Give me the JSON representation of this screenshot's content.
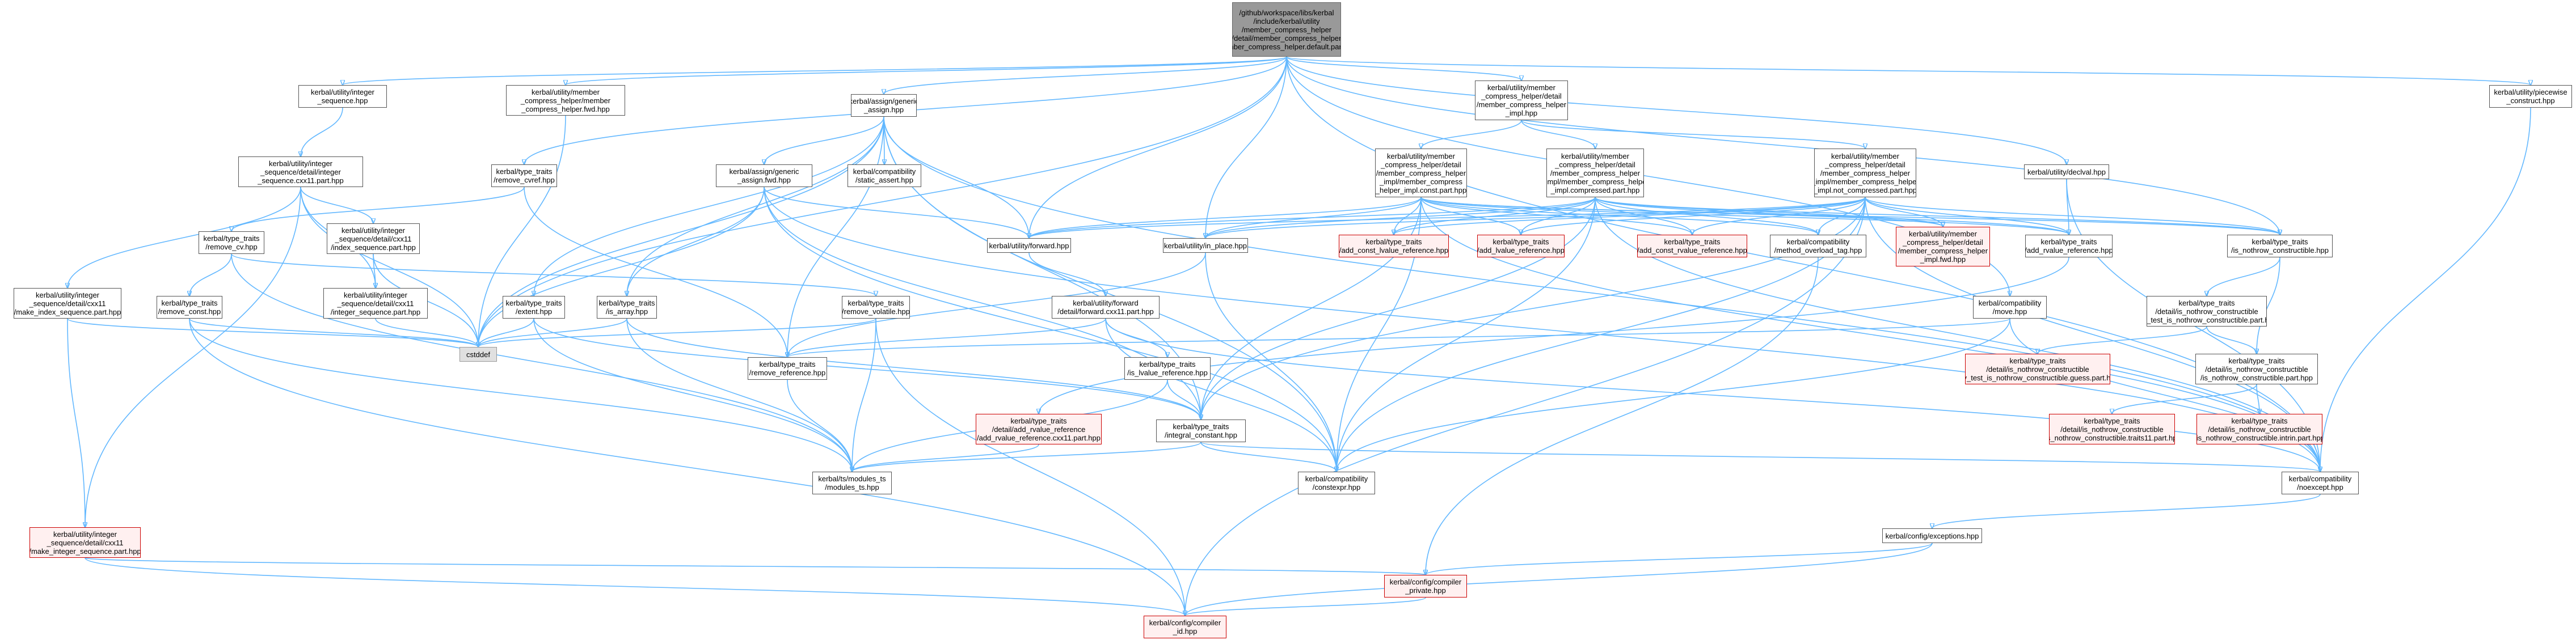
{
  "diagram": {
    "title": "",
    "nodes": [
      {
        "id": "root",
        "label": "/github/workspace/libs/kerbal\n/include/kerbal/utility\n/member_compress_helper\n/detail/member_compress_helper\n/member_compress_helper.default.part.hpp",
        "style": "root"
      },
      {
        "id": "n_int_seq",
        "label": "kerbal/utility/integer\n_sequence.hpp",
        "style": "normal"
      },
      {
        "id": "n_mch_fwd",
        "label": "kerbal/utility/member\n_compress_helper/member\n_compress_helper.fwd.hpp",
        "style": "normal"
      },
      {
        "id": "n_assign",
        "label": "kerbal/assign/generic\n_assign.hpp",
        "style": "normal"
      },
      {
        "id": "n_mch_impl",
        "label": "kerbal/utility/member\n_compress_helper/detail\n/member_compress_helper\n_impl.hpp",
        "style": "normal"
      },
      {
        "id": "n_piecewise",
        "label": "kerbal/utility/piecewise\n_construct.hpp",
        "style": "normal"
      },
      {
        "id": "n_int_seq_detail",
        "label": "kerbal/utility/integer\n_sequence/detail/integer\n_sequence.cxx11.part.hpp",
        "style": "normal"
      },
      {
        "id": "n_remove_cvref",
        "label": "kerbal/type_traits\n/remove_cvref.hpp",
        "style": "normal"
      },
      {
        "id": "n_assign_fwd",
        "label": "kerbal/assign/generic\n_assign.fwd.hpp",
        "style": "normal"
      },
      {
        "id": "n_static_assert",
        "label": "kerbal/compatibility\n/static_assert.hpp",
        "style": "normal"
      },
      {
        "id": "n_mch_const",
        "label": "kerbal/utility/member\n_compress_helper/detail\n/member_compress_helper\n_impl/member_compress\n_helper_impl.const.part.hpp",
        "style": "normal"
      },
      {
        "id": "n_mch_compressed",
        "label": "kerbal/utility/member\n_compress_helper/detail\n/member_compress_helper\n_impl/member_compress_helper\n_impl.compressed.part.hpp",
        "style": "normal"
      },
      {
        "id": "n_mch_notcomp",
        "label": "kerbal/utility/member\n_compress_helper/detail\n/member_compress_helper\n_impl/member_compress_helper\n_impl.not_compressed.part.hpp",
        "style": "normal"
      },
      {
        "id": "n_declval",
        "label": "kerbal/utility/declval.hpp",
        "style": "normal"
      },
      {
        "id": "n_index_seq",
        "label": "kerbal/utility/integer\n_sequence/detail/cxx11\n/index_sequence.part.hpp",
        "style": "normal"
      },
      {
        "id": "n_remove_cv",
        "label": "kerbal/type_traits\n/remove_cv.hpp",
        "style": "normal"
      },
      {
        "id": "n_forward",
        "label": "kerbal/utility/forward.hpp",
        "style": "normal"
      },
      {
        "id": "n_in_place",
        "label": "kerbal/utility/in_place.hpp",
        "style": "normal"
      },
      {
        "id": "n_add_const_lref",
        "label": "kerbal/type_traits\n/add_const_lvalue_reference.hpp",
        "style": "missing"
      },
      {
        "id": "n_add_lref",
        "label": "kerbal/type_traits\n/add_lvalue_reference.hpp",
        "style": "missing"
      },
      {
        "id": "n_add_const_rref",
        "label": "kerbal/type_traits\n/add_const_rvalue_reference.hpp",
        "style": "missing"
      },
      {
        "id": "n_overload_tag",
        "label": "kerbal/compatibility\n/method_overload_tag.hpp",
        "style": "normal"
      },
      {
        "id": "n_mch_fwd_impl",
        "label": "kerbal/utility/member\n_compress_helper/detail\n/member_compress_helper\n_impl.fwd.hpp",
        "style": "missing"
      },
      {
        "id": "n_add_rref",
        "label": "kerbal/type_traits\n/add_rvalue_reference.hpp",
        "style": "normal"
      },
      {
        "id": "n_is_nothrow",
        "label": "kerbal/type_traits\n/is_nothrow_constructible.hpp",
        "style": "normal"
      },
      {
        "id": "n_make_index_seq",
        "label": "kerbal/utility/integer\n_sequence/detail/cxx11\n/make_index_sequence.part.hpp",
        "style": "normal"
      },
      {
        "id": "n_remove_const",
        "label": "kerbal/type_traits\n/remove_const.hpp",
        "style": "normal"
      },
      {
        "id": "n_int_seq_part",
        "label": "kerbal/utility/integer\n_sequence/detail/cxx11\n/integer_sequence.part.hpp",
        "style": "normal"
      },
      {
        "id": "n_extent",
        "label": "kerbal/type_traits\n/extent.hpp",
        "style": "normal"
      },
      {
        "id": "n_is_array",
        "label": "kerbal/type_traits\n/is_array.hpp",
        "style": "normal"
      },
      {
        "id": "n_remove_volatile",
        "label": "kerbal/type_traits\n/remove_volatile.hpp",
        "style": "normal"
      },
      {
        "id": "n_fwd_detail",
        "label": "kerbal/utility/forward\n/detail/forward.cxx11.part.hpp",
        "style": "normal"
      },
      {
        "id": "n_move",
        "label": "kerbal/compatibility\n/move.hpp",
        "style": "normal"
      },
      {
        "id": "n_try_test",
        "label": "kerbal/type_traits\n/detail/is_nothrow_constructible\n/try_test_is_nothrow_constructible.part.hpp",
        "style": "normal"
      },
      {
        "id": "n_cstddef",
        "label": "cstddef",
        "style": "ext"
      },
      {
        "id": "n_remove_ref",
        "label": "kerbal/type_traits\n/remove_reference.hpp",
        "style": "normal"
      },
      {
        "id": "n_is_lref",
        "label": "kerbal/type_traits\n/is_lvalue_reference.hpp",
        "style": "normal"
      },
      {
        "id": "n_try_guess",
        "label": "kerbal/type_traits\n/detail/is_nothrow_constructible\n/try_test_is_nothrow_constructible.guess.part.hpp",
        "style": "missing"
      },
      {
        "id": "n_isnc_part",
        "label": "kerbal/type_traits\n/detail/is_nothrow_constructible\n/is_nothrow_constructible.part.hpp",
        "style": "normal"
      },
      {
        "id": "n_add_rref_cxx11",
        "label": "kerbal/type_traits\n/detail/add_rvalue_reference\n/add_rvalue_reference.cxx11.part.hpp",
        "style": "missing"
      },
      {
        "id": "n_integral_const",
        "label": "kerbal/type_traits\n/integral_constant.hpp",
        "style": "normal"
      },
      {
        "id": "n_traits11",
        "label": "kerbal/type_traits\n/detail/is_nothrow_constructible\n/is_nothrow_constructible.traits11.part.hpp",
        "style": "missing"
      },
      {
        "id": "n_intrin",
        "label": "kerbal/type_traits\n/detail/is_nothrow_constructible\n/is_nothrow_constructible.intrin.part.hpp",
        "style": "missing"
      },
      {
        "id": "n_modules",
        "label": "kerbal/ts/modules_ts\n/modules_ts.hpp",
        "style": "normal"
      },
      {
        "id": "n_constexpr",
        "label": "kerbal/compatibility\n/constexpr.hpp",
        "style": "normal"
      },
      {
        "id": "n_noexcept",
        "label": "kerbal/compatibility\n/noexcept.hpp",
        "style": "normal"
      },
      {
        "id": "n_exceptions",
        "label": "kerbal/config/exceptions.hpp",
        "style": "normal"
      },
      {
        "id": "n_make_int_seq",
        "label": "kerbal/utility/integer\n_sequence/detail/cxx11\n/make_integer_sequence.part.hpp",
        "style": "missing"
      },
      {
        "id": "n_compiler_private",
        "label": "kerbal/config/compiler\n_private.hpp",
        "style": "missing"
      },
      {
        "id": "n_compiler_id",
        "label": "kerbal/config/compiler\n_id.hpp",
        "style": "missing"
      }
    ],
    "edges": [
      [
        "root",
        "n_int_seq"
      ],
      [
        "root",
        "n_mch_fwd"
      ],
      [
        "root",
        "n_assign"
      ],
      [
        "root",
        "n_mch_impl"
      ],
      [
        "root",
        "n_piecewise"
      ],
      [
        "root",
        "n_remove_cvref"
      ],
      [
        "root",
        "n_forward"
      ],
      [
        "root",
        "n_in_place"
      ],
      [
        "root",
        "n_declval"
      ],
      [
        "root",
        "n_is_nothrow"
      ],
      [
        "root",
        "n_move"
      ],
      [
        "root",
        "n_noexcept"
      ],
      [
        "root",
        "n_cstddef"
      ],
      [
        "n_int_seq",
        "n_int_seq_detail"
      ],
      [
        "n_int_seq_detail",
        "n_index_seq"
      ],
      [
        "n_int_seq_detail",
        "n_make_index_seq"
      ],
      [
        "n_int_seq_detail",
        "n_int_seq_part"
      ],
      [
        "n_int_seq_detail",
        "n_make_int_seq"
      ],
      [
        "n_int_seq_detail",
        "n_cstddef"
      ],
      [
        "n_index_seq",
        "n_int_seq_part"
      ],
      [
        "n_index_seq",
        "n_cstddef"
      ],
      [
        "n_make_index_seq",
        "n_make_int_seq"
      ],
      [
        "n_make_index_seq",
        "n_cstddef"
      ],
      [
        "n_int_seq_part",
        "n_cstddef"
      ],
      [
        "n_make_int_seq",
        "n_compiler_private"
      ],
      [
        "n_make_int_seq",
        "n_compiler_id"
      ],
      [
        "n_mch_fwd",
        "n_cstddef"
      ],
      [
        "n_assign",
        "n_assign_fwd"
      ],
      [
        "n_assign",
        "n_static_assert"
      ],
      [
        "n_assign",
        "n_forward"
      ],
      [
        "n_assign",
        "n_extent"
      ],
      [
        "n_assign",
        "n_is_array"
      ],
      [
        "n_assign",
        "n_remove_ref"
      ],
      [
        "n_assign",
        "n_integral_const"
      ],
      [
        "n_assign",
        "n_constexpr"
      ],
      [
        "n_assign",
        "n_noexcept"
      ],
      [
        "n_assign",
        "n_cstddef"
      ],
      [
        "n_assign_fwd",
        "n_forward"
      ],
      [
        "n_assign_fwd",
        "n_is_array"
      ],
      [
        "n_assign_fwd",
        "n_integral_const"
      ],
      [
        "n_assign_fwd",
        "n_constexpr"
      ],
      [
        "n_assign_fwd",
        "n_noexcept"
      ],
      [
        "n_assign_fwd",
        "n_cstddef"
      ],
      [
        "n_remove_cvref",
        "n_remove_cv"
      ],
      [
        "n_remove_cvref",
        "n_remove_ref"
      ],
      [
        "n_remove_cv",
        "n_remove_const"
      ],
      [
        "n_remove_cv",
        "n_remove_volatile"
      ],
      [
        "n_remove_cv",
        "n_modules"
      ],
      [
        "n_remove_const",
        "n_modules"
      ],
      [
        "n_remove_const",
        "n_compiler_id"
      ],
      [
        "n_remove_const",
        "n_cstddef"
      ],
      [
        "n_remove_volatile",
        "n_modules"
      ],
      [
        "n_remove_volatile",
        "n_compiler_id"
      ],
      [
        "n_remove_volatile",
        "n_cstddef"
      ],
      [
        "n_extent",
        "n_integral_const"
      ],
      [
        "n_extent",
        "n_modules"
      ],
      [
        "n_extent",
        "n_cstddef"
      ],
      [
        "n_is_array",
        "n_integral_const"
      ],
      [
        "n_is_array",
        "n_modules"
      ],
      [
        "n_is_array",
        "n_cstddef"
      ],
      [
        "n_remove_ref",
        "n_modules"
      ],
      [
        "n_mch_impl",
        "n_mch_const"
      ],
      [
        "n_mch_impl",
        "n_mch_compressed"
      ],
      [
        "n_mch_impl",
        "n_mch_notcomp"
      ],
      [
        "n_mch_const",
        "n_forward"
      ],
      [
        "n_mch_const",
        "n_in_place"
      ],
      [
        "n_mch_const",
        "n_add_const_lref"
      ],
      [
        "n_mch_const",
        "n_add_lref"
      ],
      [
        "n_mch_const",
        "n_add_const_rref"
      ],
      [
        "n_mch_const",
        "n_overload_tag"
      ],
      [
        "n_mch_const",
        "n_mch_fwd_impl"
      ],
      [
        "n_mch_const",
        "n_add_rref"
      ],
      [
        "n_mch_const",
        "n_is_nothrow"
      ],
      [
        "n_mch_const",
        "n_constexpr"
      ],
      [
        "n_mch_const",
        "n_noexcept"
      ],
      [
        "n_mch_const",
        "n_integral_const"
      ],
      [
        "n_mch_compressed",
        "n_forward"
      ],
      [
        "n_mch_compressed",
        "n_in_place"
      ],
      [
        "n_mch_compressed",
        "n_add_const_lref"
      ],
      [
        "n_mch_compressed",
        "n_add_lref"
      ],
      [
        "n_mch_compressed",
        "n_add_const_rref"
      ],
      [
        "n_mch_compressed",
        "n_overload_tag"
      ],
      [
        "n_mch_compressed",
        "n_mch_fwd_impl"
      ],
      [
        "n_mch_compressed",
        "n_add_rref"
      ],
      [
        "n_mch_compressed",
        "n_is_nothrow"
      ],
      [
        "n_mch_compressed",
        "n_constexpr"
      ],
      [
        "n_mch_compressed",
        "n_noexcept"
      ],
      [
        "n_mch_compressed",
        "n_integral_const"
      ],
      [
        "n_mch_notcomp",
        "n_forward"
      ],
      [
        "n_mch_notcomp",
        "n_in_place"
      ],
      [
        "n_mch_notcomp",
        "n_add_const_lref"
      ],
      [
        "n_mch_notcomp",
        "n_add_lref"
      ],
      [
        "n_mch_notcomp",
        "n_add_const_rref"
      ],
      [
        "n_mch_notcomp",
        "n_overload_tag"
      ],
      [
        "n_mch_notcomp",
        "n_mch_fwd_impl"
      ],
      [
        "n_mch_notcomp",
        "n_add_rref"
      ],
      [
        "n_mch_notcomp",
        "n_is_nothrow"
      ],
      [
        "n_mch_notcomp",
        "n_constexpr"
      ],
      [
        "n_mch_notcomp",
        "n_noexcept"
      ],
      [
        "n_mch_notcomp",
        "n_integral_const"
      ],
      [
        "n_declval",
        "n_add_rref"
      ],
      [
        "n_declval",
        "n_noexcept"
      ],
      [
        "n_forward",
        "n_fwd_detail"
      ],
      [
        "n_fwd_detail",
        "n_is_lref"
      ],
      [
        "n_fwd_detail",
        "n_remove_ref"
      ],
      [
        "n_fwd_detail",
        "n_constexpr"
      ],
      [
        "n_fwd_detail",
        "n_noexcept"
      ],
      [
        "n_is_lref",
        "n_integral_const"
      ],
      [
        "n_is_lref",
        "n_modules"
      ],
      [
        "n_in_place",
        "n_remove_ref"
      ],
      [
        "n_in_place",
        "n_constexpr"
      ],
      [
        "n_overload_tag",
        "n_compiler_private"
      ],
      [
        "n_add_rref",
        "n_add_rref_cxx11"
      ],
      [
        "n_add_rref_cxx11",
        "n_modules"
      ],
      [
        "n_is_nothrow",
        "n_try_test"
      ],
      [
        "n_is_nothrow",
        "n_isnc_part"
      ],
      [
        "n_try_test",
        "n_try_guess"
      ],
      [
        "n_try_test",
        "n_isnc_part"
      ],
      [
        "n_isnc_part",
        "n_traits11"
      ],
      [
        "n_isnc_part",
        "n_intrin"
      ],
      [
        "n_move",
        "n_remove_ref"
      ],
      [
        "n_move",
        "n_constexpr"
      ],
      [
        "n_move",
        "n_noexcept"
      ],
      [
        "n_integral_const",
        "n_constexpr"
      ],
      [
        "n_integral_const",
        "n_noexcept"
      ],
      [
        "n_integral_const",
        "n_modules"
      ],
      [
        "n_noexcept",
        "n_exceptions"
      ],
      [
        "n_exceptions",
        "n_compiler_private"
      ],
      [
        "n_exceptions",
        "n_compiler_id"
      ],
      [
        "n_compiler_private",
        "n_compiler_id"
      ],
      [
        "n_piecewise",
        "n_noexcept"
      ],
      [
        "n_mch_notcomp",
        "n_compiler_id"
      ]
    ]
  }
}
